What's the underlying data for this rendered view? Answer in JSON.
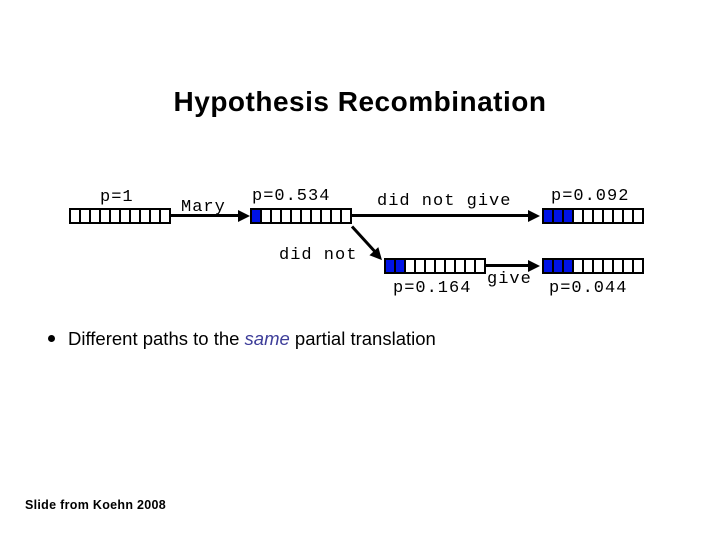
{
  "slide": {
    "title": "Hypothesis Recombination",
    "bullet": {
      "prefix": "Different paths to the ",
      "emphasis": "same",
      "suffix": " partial translation"
    },
    "footer": "Slide from Koehn 2008"
  },
  "diagram": {
    "coverage_rows": [
      {
        "name": "initial",
        "prob_label": "p=1",
        "label_position": "above",
        "cells_filled": 0,
        "cells_total": 10
      },
      {
        "name": "after-mary",
        "prob_label": "p=0.534",
        "label_position": "above",
        "cells_filled": 1,
        "cells_total": 10
      },
      {
        "name": "after-did-not-give",
        "prob_label": "p=0.092",
        "label_position": "above",
        "cells_filled": 3,
        "cells_total": 10
      },
      {
        "name": "after-did-not",
        "prob_label": "p=0.164",
        "label_position": "below",
        "cells_filled": 2,
        "cells_total": 10
      },
      {
        "name": "after-give-alt",
        "prob_label": "p=0.044",
        "label_position": "below",
        "cells_filled": 3,
        "cells_total": 10
      }
    ],
    "arrows": [
      {
        "name": "mary",
        "label": "Mary"
      },
      {
        "name": "did-not-give",
        "label": "did not give"
      },
      {
        "name": "did-not",
        "label": "did not"
      },
      {
        "name": "give",
        "label": "give"
      }
    ],
    "colors": {
      "covered_cell": "#0013e6",
      "uncovered_cell": "#ffffff",
      "cell_border": "#000000",
      "emphasis_text": "#3d3d99"
    }
  }
}
